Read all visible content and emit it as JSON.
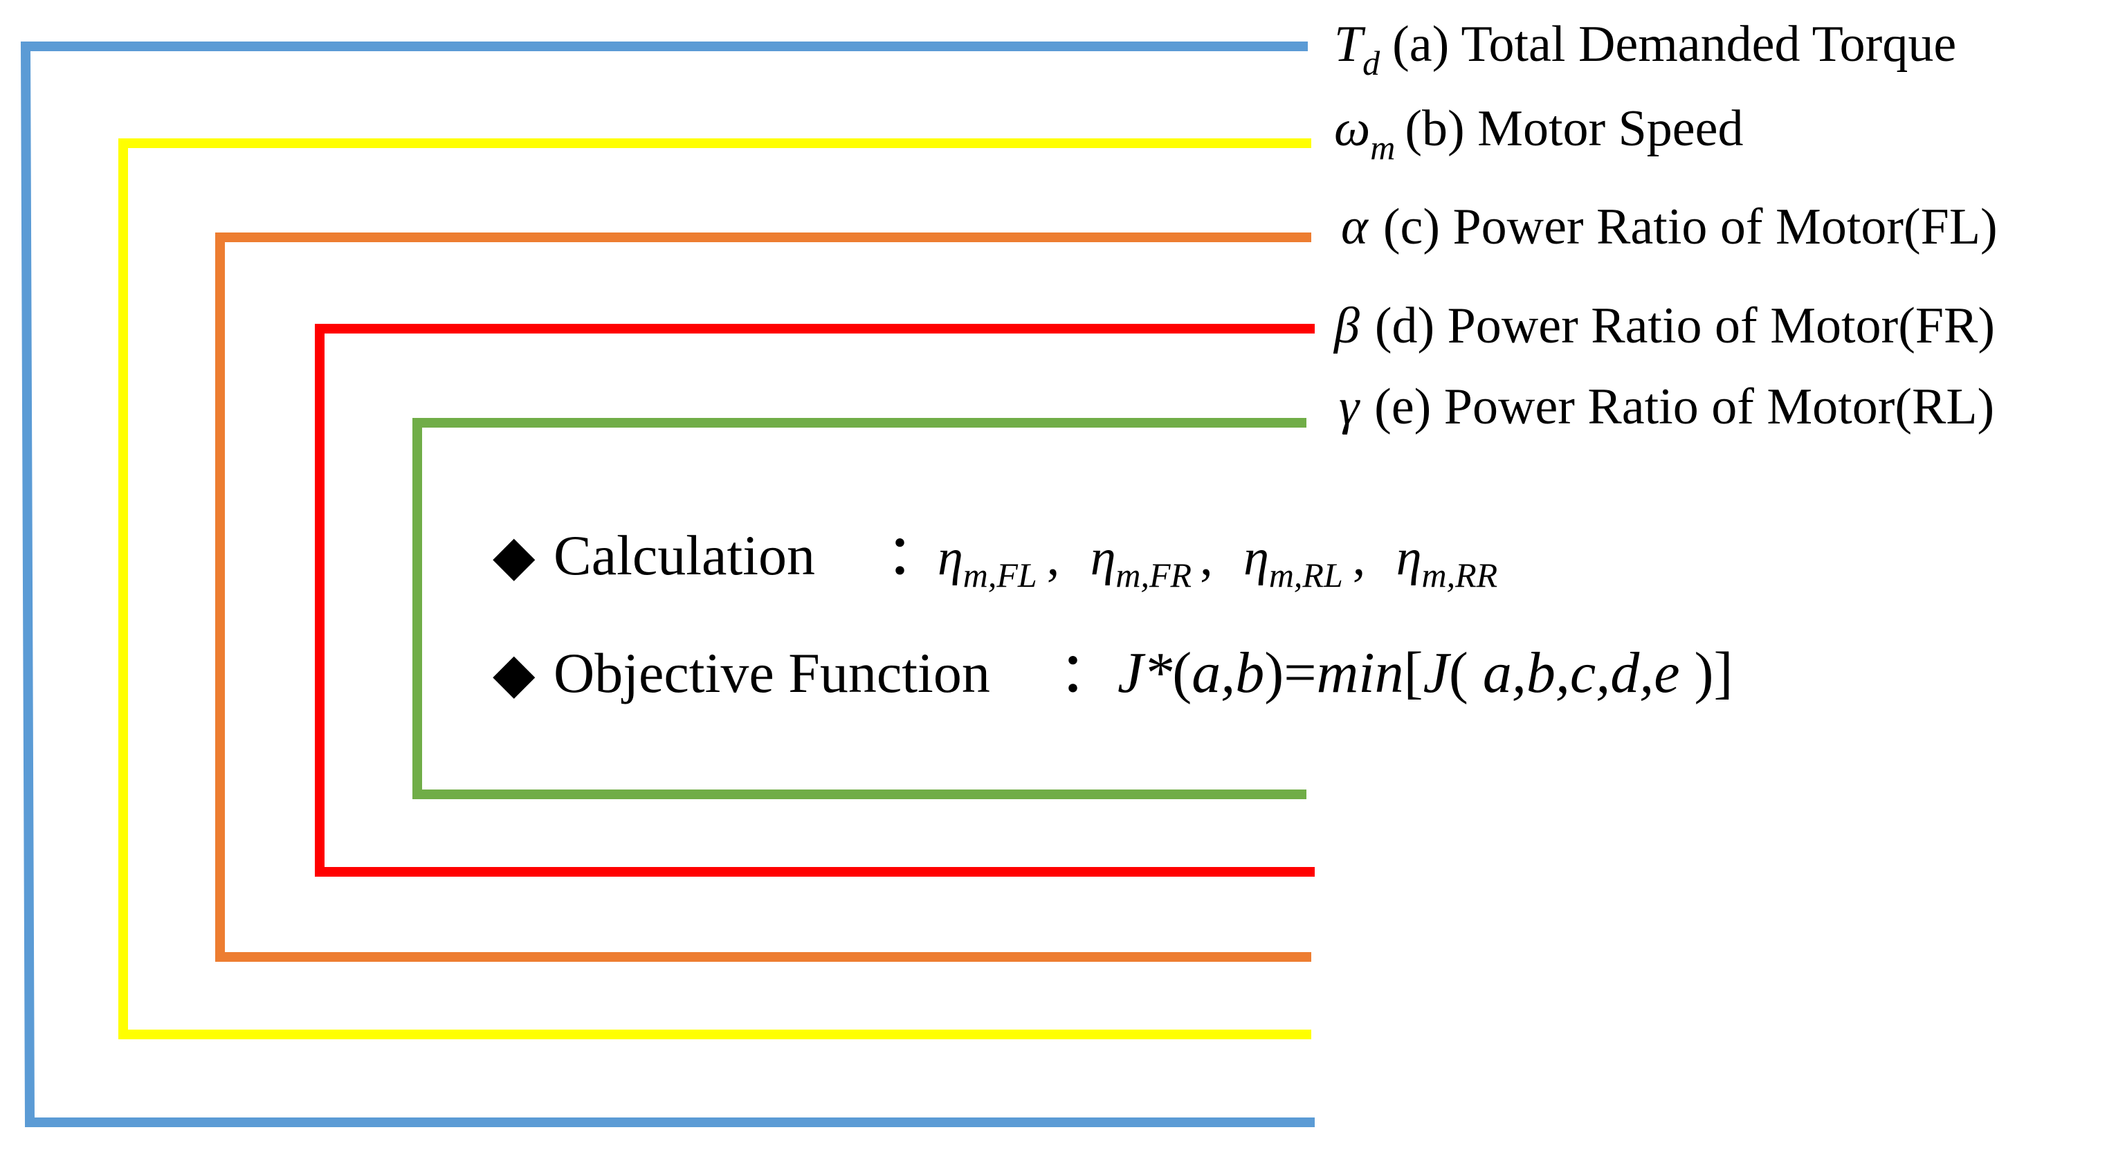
{
  "levels": [
    {
      "symbol": "T",
      "symbol_sub": "d",
      "label": "(a) Total Demanded Torque",
      "color": "#5b9bd5"
    },
    {
      "symbol": "ω",
      "symbol_sub": "m",
      "label": "(b) Motor Speed",
      "color": "#ffff00"
    },
    {
      "symbol": "α",
      "symbol_sub": "",
      "label": "(c) Power Ratio of Motor(FL)",
      "color": "#ed7d31"
    },
    {
      "symbol": "β",
      "symbol_sub": "",
      "label": "(d) Power Ratio of Motor(FR)",
      "color": "#ff0000"
    },
    {
      "symbol": "γ",
      "symbol_sub": "",
      "label": "(e) Power Ratio of Motor(RL)",
      "color": "#70ad47"
    }
  ],
  "bullets": [
    {
      "marker": "◆",
      "label": "Calculation",
      "separator": "：",
      "terms": [
        {
          "sym": "η",
          "sub": "m,FL"
        },
        {
          "sym": "η",
          "sub": "m,FR"
        },
        {
          "sym": "η",
          "sub": "m,RL"
        },
        {
          "sym": "η",
          "sub": "m,RR"
        }
      ],
      "term_separator": ","
    },
    {
      "marker": "◆",
      "label": "Objective Function",
      "separator": "：",
      "formula": {
        "lhs": "J*",
        "lhs_args_open": "(",
        "lhs_args": "a,b",
        "lhs_args_close": ")",
        "equals": "=",
        "fn": "min",
        "bracket_open": "[",
        "inner_fn": "J",
        "inner_open": "( ",
        "inner_args": "a,b,c,d,e",
        "inner_close": " )",
        "bracket_close": "]"
      }
    }
  ]
}
